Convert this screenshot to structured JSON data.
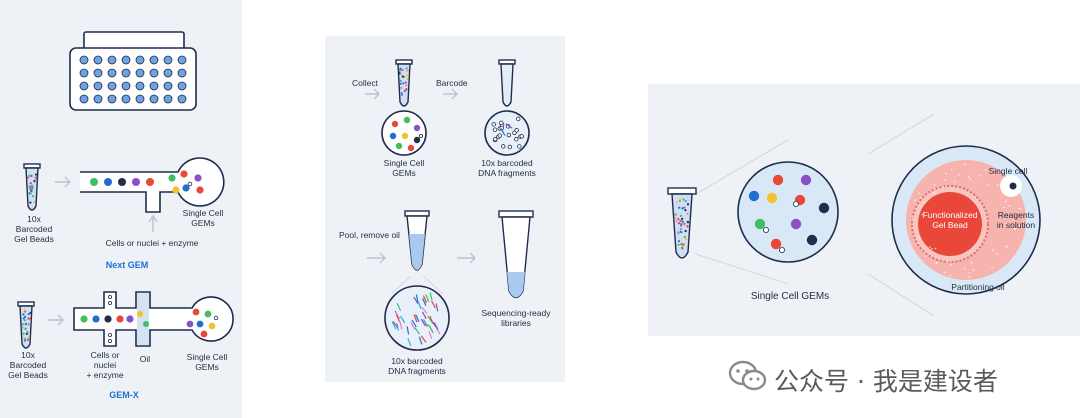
{
  "panel1": {
    "beads_label_1": "10x\nBarcoded\nGel Beads",
    "gems_label_1": "Single Cell\nGEMs",
    "cells_label_1": "Cells or nuclei + enzyme",
    "method_1": "Next GEM",
    "beads_label_2": "10x\nBarcoded\nGel Beads",
    "cells_label_2": "Cells or\nnuclei\n+ enzyme",
    "oil_label": "Oil",
    "gems_label_2": "Single Cell\nGEMs",
    "method_2": "GEM-X"
  },
  "panel2": {
    "collect": "Collect",
    "barcode": "Barcode",
    "gems": "Single Cell\nGEMs",
    "fragments_1": "10x barcoded\nDNA fragments",
    "pool": "Pool, remove oil",
    "libraries": "Sequencing-ready\nlibraries",
    "fragments_2": "10x barcoded\nDNA fragments"
  },
  "panel3": {
    "gems": "Single Cell GEMs",
    "single_cell": "Single cell",
    "bead": "Functionalized\nGel Bead",
    "reagents": "Reagents\nin solution",
    "oil": "Partitioning oil"
  },
  "watermark": {
    "text": "公众号 · 我是建设者",
    "icon": "wechat-icon"
  },
  "colors": {
    "panel_bg": "#eef2f6",
    "navy": "#1f2d4d",
    "blue_accent": "#1f6fd1",
    "bead_red": "#e8473a",
    "bead_pink": "#f7b3ad",
    "droplet_fill": "#d9e8f7"
  }
}
